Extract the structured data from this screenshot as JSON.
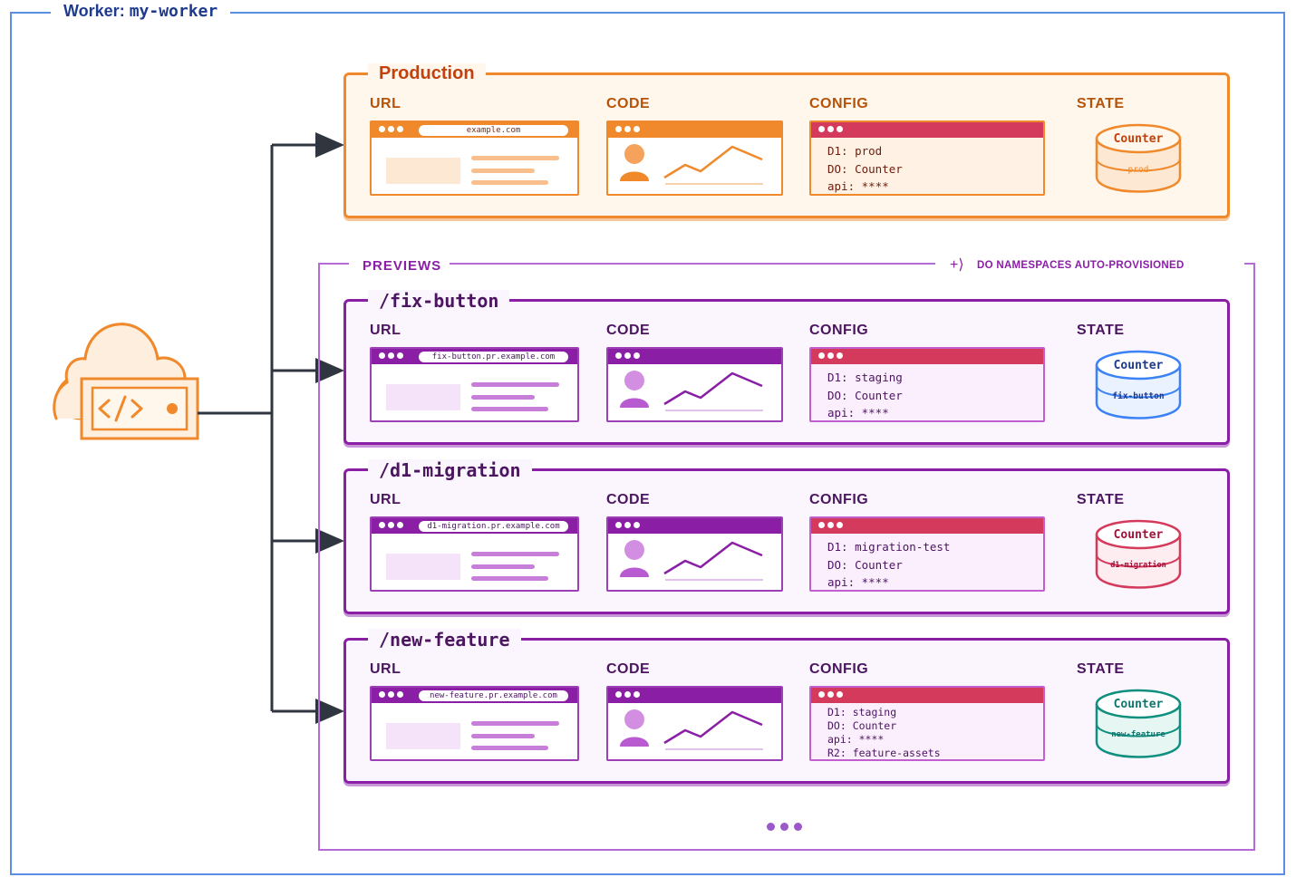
{
  "worker": {
    "prefix": "Worker:",
    "name": "my-worker"
  },
  "columns": {
    "url": "URL",
    "code": "CODE",
    "config": "CONFIG",
    "state": "STATE"
  },
  "production": {
    "title": "Production",
    "url": "example.com",
    "config": [
      "D1: prod",
      "DO: Counter",
      "api: ****"
    ],
    "db_name": "Counter",
    "db_sub": "prod",
    "color": "#f0892b"
  },
  "previews": {
    "label": "PREVIEWS",
    "auto_label": "DO NAMESPACES AUTO-PROVISIONED",
    "items": [
      {
        "title": "/fix-button",
        "url": "fix-button.pr.example.com",
        "config": [
          "D1: staging",
          "DO: Counter",
          "api: ****"
        ],
        "db_name": "Counter",
        "db_sub": "fix-button",
        "db_color": "#3b82f6"
      },
      {
        "title": "/d1-migration",
        "url": "d1-migration.pr.example.com",
        "config": [
          "D1: migration-test",
          "DO: Counter",
          "api: ****"
        ],
        "db_name": "Counter",
        "db_sub": "d1-migration",
        "db_color": "#d43a5b"
      },
      {
        "title": "/new-feature",
        "url": "new-feature.pr.example.com",
        "config": [
          "D1: staging",
          "DO: Counter",
          "api: ****",
          "R2: feature-assets"
        ],
        "db_name": "Counter",
        "db_sub": "new-feature",
        "db_color": "#0f8f7e"
      }
    ]
  },
  "icons": {
    "worker": "cloud-code-icon",
    "more": "ellipsis-icon",
    "auto": "sparkle-icon"
  },
  "colors": {
    "frame": "#5b8fe6",
    "production": "#f0892b",
    "preview": "#8a1fa6",
    "arrow": "#2f3640"
  }
}
